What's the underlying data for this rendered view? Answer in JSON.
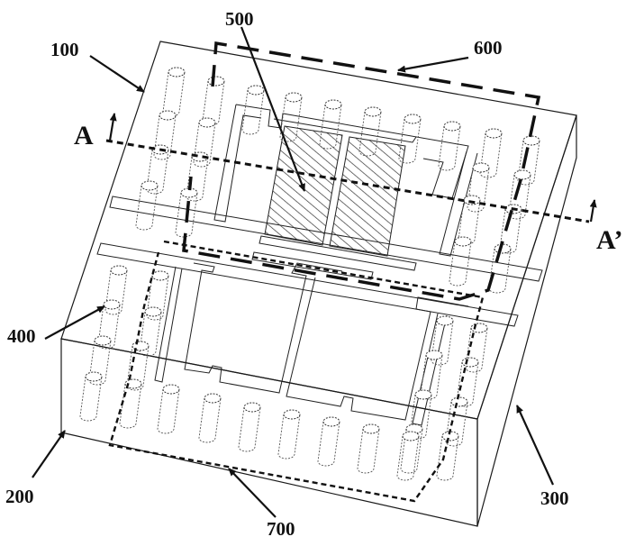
{
  "labels": {
    "package": "100",
    "bottom": "200",
    "side": "300",
    "via": "400",
    "chip": "500",
    "top_region": "600",
    "bottom_region": "700",
    "section_a": "A",
    "section_a_prime": "A’"
  }
}
